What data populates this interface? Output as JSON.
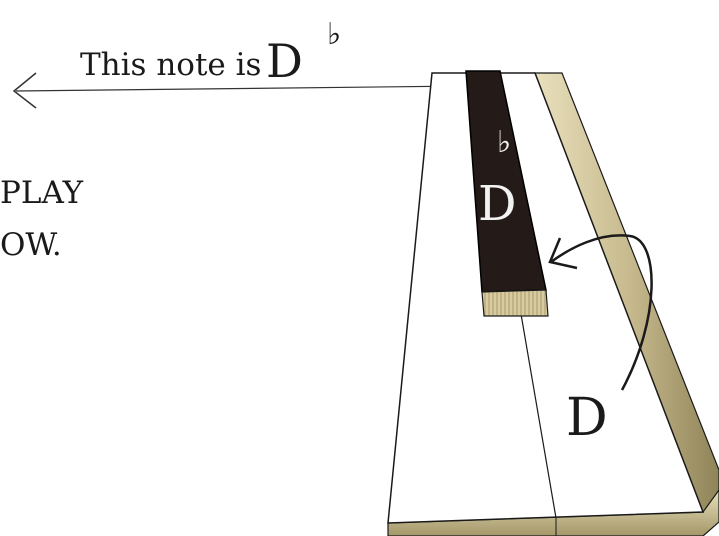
{
  "caption": {
    "text": "This note is",
    "note": "D",
    "accidental": "♭"
  },
  "side_text": {
    "line1": "PLAY",
    "line2": "OW."
  },
  "black_key": {
    "note": "D",
    "accidental": "♭"
  },
  "white_key": {
    "note": "D"
  },
  "colors": {
    "black_key": "#241a17",
    "key_edge": "#c9bd93",
    "stroke": "#1a1a1a"
  }
}
